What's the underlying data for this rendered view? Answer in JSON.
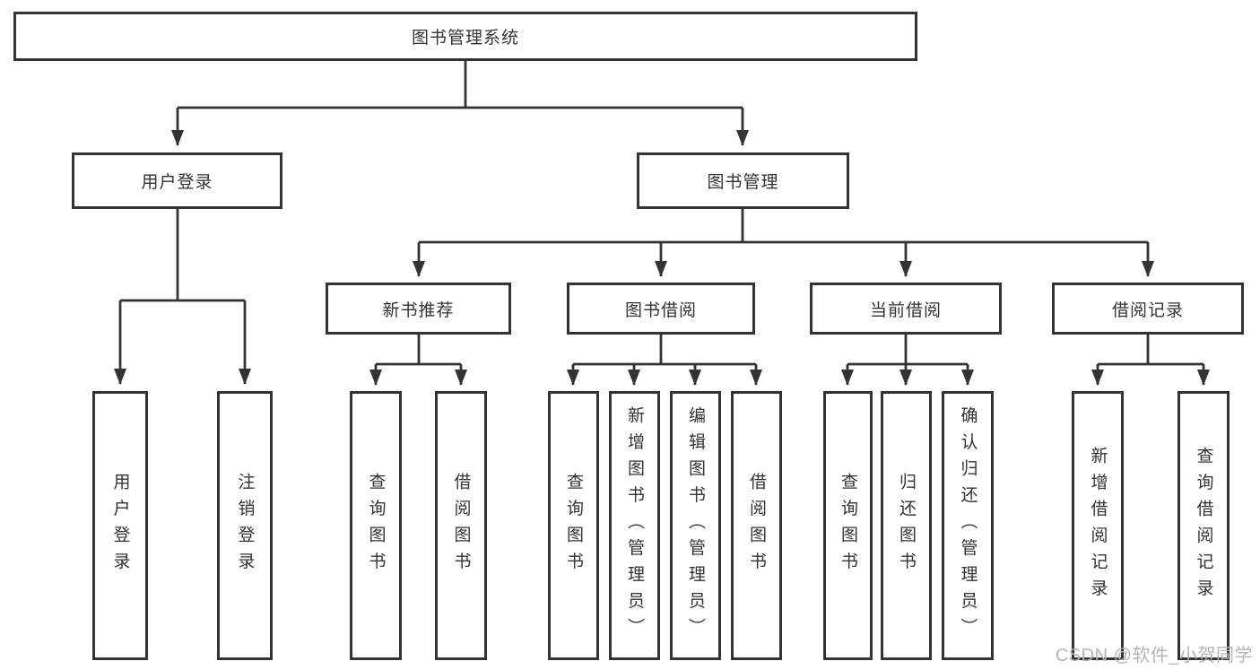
{
  "tree": {
    "label": "图书管理系统",
    "children": [
      {
        "label": "用户登录",
        "children": [
          {
            "label": "用户登录"
          },
          {
            "label": "注销登录"
          }
        ]
      },
      {
        "label": "图书管理",
        "children": [
          {
            "label": "新书推荐",
            "children": [
              {
                "label": "查询图书"
              },
              {
                "label": "借阅图书"
              }
            ]
          },
          {
            "label": "图书借阅",
            "children": [
              {
                "label": "查询图书"
              },
              {
                "label": "新增图书（管理员）"
              },
              {
                "label": "编辑图书（管理员）"
              },
              {
                "label": "借阅图书"
              }
            ]
          },
          {
            "label": "当前借阅",
            "children": [
              {
                "label": "查询图书"
              },
              {
                "label": "归还图书"
              },
              {
                "label": "确认归还（管理员）"
              }
            ]
          },
          {
            "label": "借阅记录",
            "children": [
              {
                "label": "新增借阅记录"
              },
              {
                "label": "查询借阅记录"
              }
            ]
          }
        ]
      }
    ]
  },
  "watermark": "CSDN @软件_小贺同学",
  "colors": {
    "line": "#333333",
    "text": "#333333",
    "background": "#ffffff",
    "watermark": "#b4b4b4"
  }
}
